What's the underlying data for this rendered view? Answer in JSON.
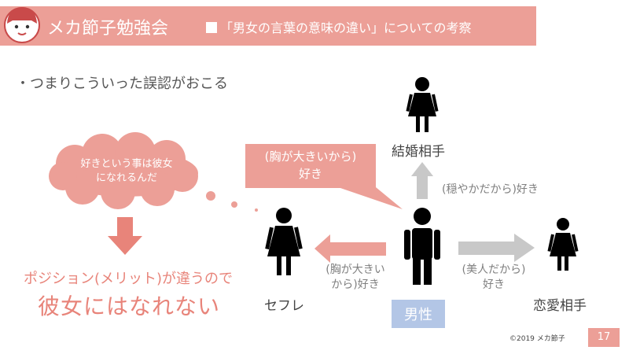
{
  "header": {
    "brand": "メカ節子勉強会",
    "subtitle": "「男女の言葉の意味の違い」についての考察",
    "accent_color": "#ec9f97"
  },
  "bullet_text": "・つまりこういった誤認がおこる",
  "thought": {
    "line1": "好きという事は彼女",
    "line2": "になれるんだ"
  },
  "conclusion": {
    "line1": "ポジション(メリット)が違うので",
    "line2": "彼女にはなれない"
  },
  "callout": {
    "line1": "(胸が大きいから)",
    "line2": "好き"
  },
  "people": {
    "marriage": "結婚相手",
    "sefure": "セフレ",
    "love": "恋愛相手",
    "male": "男性"
  },
  "arrow_labels": {
    "up": "(穏やかだから)好き",
    "left_line1": "(胸が大きい",
    "left_line2": "から)好き",
    "right_line1": "(美人だから)",
    "right_line2": "好き"
  },
  "footer": {
    "copyright": "©2019 メカ節子",
    "page": "17"
  }
}
